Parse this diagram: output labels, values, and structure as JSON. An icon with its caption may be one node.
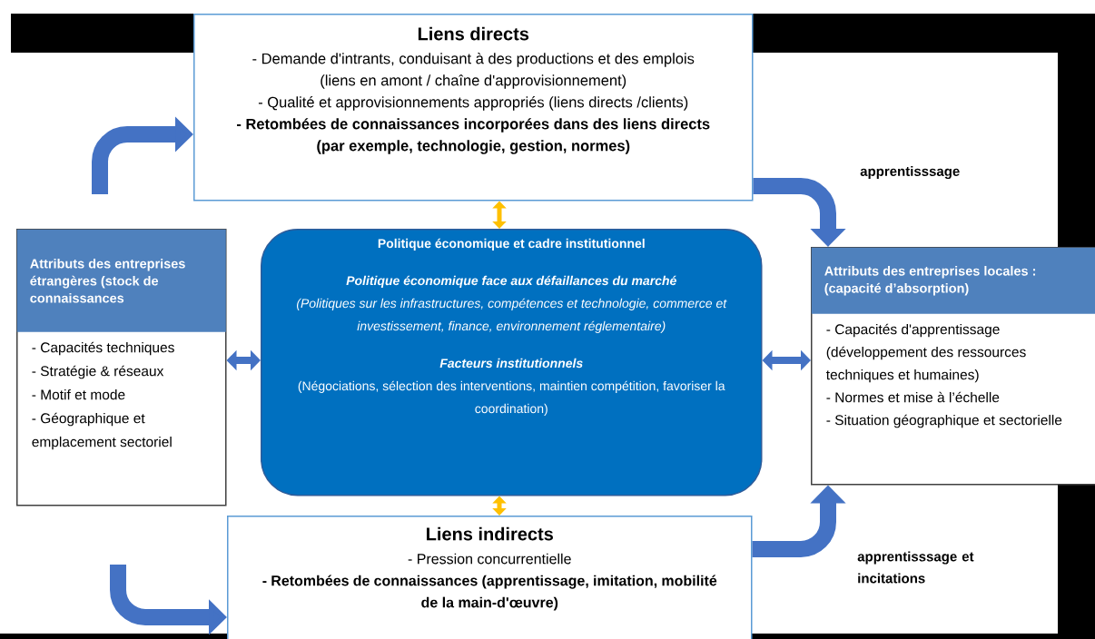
{
  "diagram": {
    "nodes": [
      {
        "text": [
          "Liens directs",
          "- Demande d'intrants, conduisant à des productions et des emplois (liens en amont / chaîne d'approvisionnement)",
          "- Qualité et approvisionnements appropriés (liens directs /clients)",
          "- Retombées de connaissances incorporées dans des liens directs (par exemple, technologie, gestion, normes)"
        ]
      },
      {
        "text": [
          "Attributs des entreprises étrangères (stock de connaissances",
          "- Capacités techniques",
          "- Stratégie & réseaux",
          "- Motif et mode",
          "- Géographique et emplacement sectoriel"
        ]
      },
      {
        "text": [
          "Politique économique et cadre institutionnel",
          "Politique économique face aux défaillances du marché",
          "(Politiques sur les infrastructures, compétences et technologie, commerce et investissement, finance, environnement réglementaire)",
          "Facteurs institutionnels",
          "(Négociations, sélection des interventions, maintien compétition, favoriser la coordination)"
        ]
      },
      {
        "text": [
          "Attributs des entreprises locales : (capacité d’absorption)",
          "- Capacités d'apprentissage (développement des ressources techniques et humaines)",
          "- Normes et mise à l’échelle",
          "- Situation géographique et sectorielle"
        ]
      },
      {
        "text": [
          "Liens indirects",
          "- Pression concurrentielle",
          "- Retombées de connaissances (apprentissage, imitation, mobilité de la main-d'œuvre)"
        ]
      }
    ],
    "edges": [
      {
        "from": null,
        "to": 0,
        "arrow": "to",
        "style": "thick"
      },
      {
        "from": 0,
        "to": 3,
        "arrow": "to",
        "label": "apprentisssage",
        "style": "thick"
      },
      {
        "from": 1,
        "to": 2,
        "arrow": "both"
      },
      {
        "from": 2,
        "to": 3,
        "arrow": "both"
      },
      {
        "from": 0,
        "to": 2,
        "arrow": "both",
        "color": "#ffc000"
      },
      {
        "from": 2,
        "to": 4,
        "arrow": "both",
        "color": "#ffc000"
      },
      {
        "from": null,
        "to": 4,
        "arrow": "to",
        "style": "thick"
      },
      {
        "from": 4,
        "to": 3,
        "arrow": "to",
        "label": "apprentisssage et incitations",
        "style": "thick"
      }
    ]
  }
}
